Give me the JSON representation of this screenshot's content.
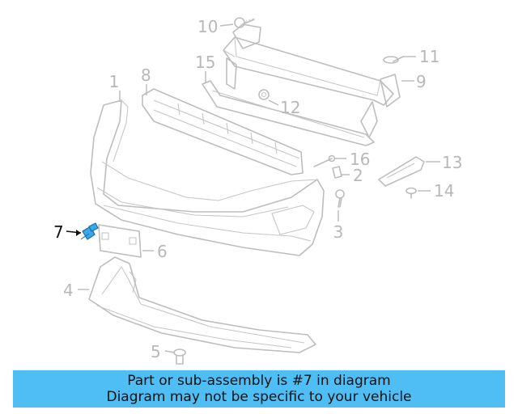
{
  "diagram": {
    "highlighted_part": "7",
    "colors": {
      "highlight": "#3aa7e8",
      "callout_active": "#111111",
      "callout_inactive": "#b8b8b8",
      "banner": "#4fbef5"
    },
    "callouts": [
      {
        "id": "1",
        "label": "1"
      },
      {
        "id": "2",
        "label": "2"
      },
      {
        "id": "3",
        "label": "3"
      },
      {
        "id": "4",
        "label": "4"
      },
      {
        "id": "5",
        "label": "5"
      },
      {
        "id": "6",
        "label": "6"
      },
      {
        "id": "7",
        "label": "7"
      },
      {
        "id": "8",
        "label": "8"
      },
      {
        "id": "9",
        "label": "9"
      },
      {
        "id": "10",
        "label": "10"
      },
      {
        "id": "11",
        "label": "11"
      },
      {
        "id": "12",
        "label": "12"
      },
      {
        "id": "13",
        "label": "13"
      },
      {
        "id": "14",
        "label": "14"
      },
      {
        "id": "15",
        "label": "15"
      },
      {
        "id": "16",
        "label": "16"
      }
    ]
  },
  "banner": {
    "line1": "Part or sub-assembly is #7 in diagram",
    "line2": "Diagram may not be specific to your vehicle"
  }
}
